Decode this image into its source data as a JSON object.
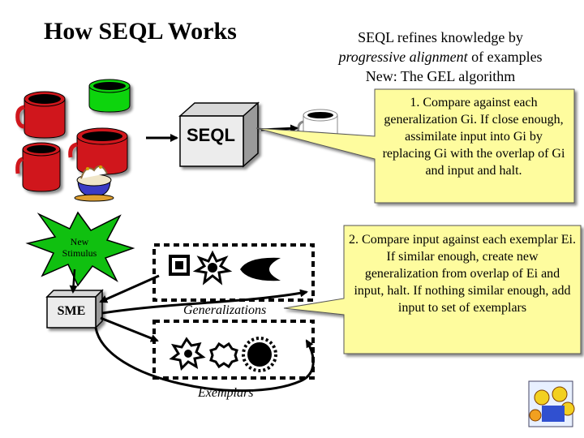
{
  "slide": {
    "title": "How SEQL Works",
    "subtitle": {
      "line1": "SEQL refines knowledge  by",
      "line2_em": "progressive alignment",
      "line2_rest": " of examples",
      "line3": "New: The GEL algorithm"
    },
    "callout1": "1. Compare against each generalization Gi.  If close enough, assimilate input into Gi by replacing Gi with the overlap of Gi and input and halt.",
    "callout2": "2. Compare input against each exemplar Ei.  If similar enough, create new generalization from overlap of Ei and input, halt.  If nothing similar enough, add input to set of exemplars",
    "colors": {
      "callout_fill": "#fefc9e",
      "cup_red": "#d0171b",
      "cup_green": "#0cd40c",
      "starburst": "#10c010"
    }
  },
  "diagram": {
    "seql_box_label": "SEQL",
    "stimulus_label_1": "New",
    "stimulus_label_2": "Stimulus",
    "sme_label": "SME",
    "generalizations_label": "Generalizations",
    "exemplars_label": "Exemplars",
    "icons": [
      "coffee-mug-icon",
      "seql-box-icon",
      "white-mug-icon",
      "latte-cup-icon",
      "starburst-icon",
      "gear-shape-icon",
      "crescent-icon",
      "logo-icon"
    ]
  }
}
